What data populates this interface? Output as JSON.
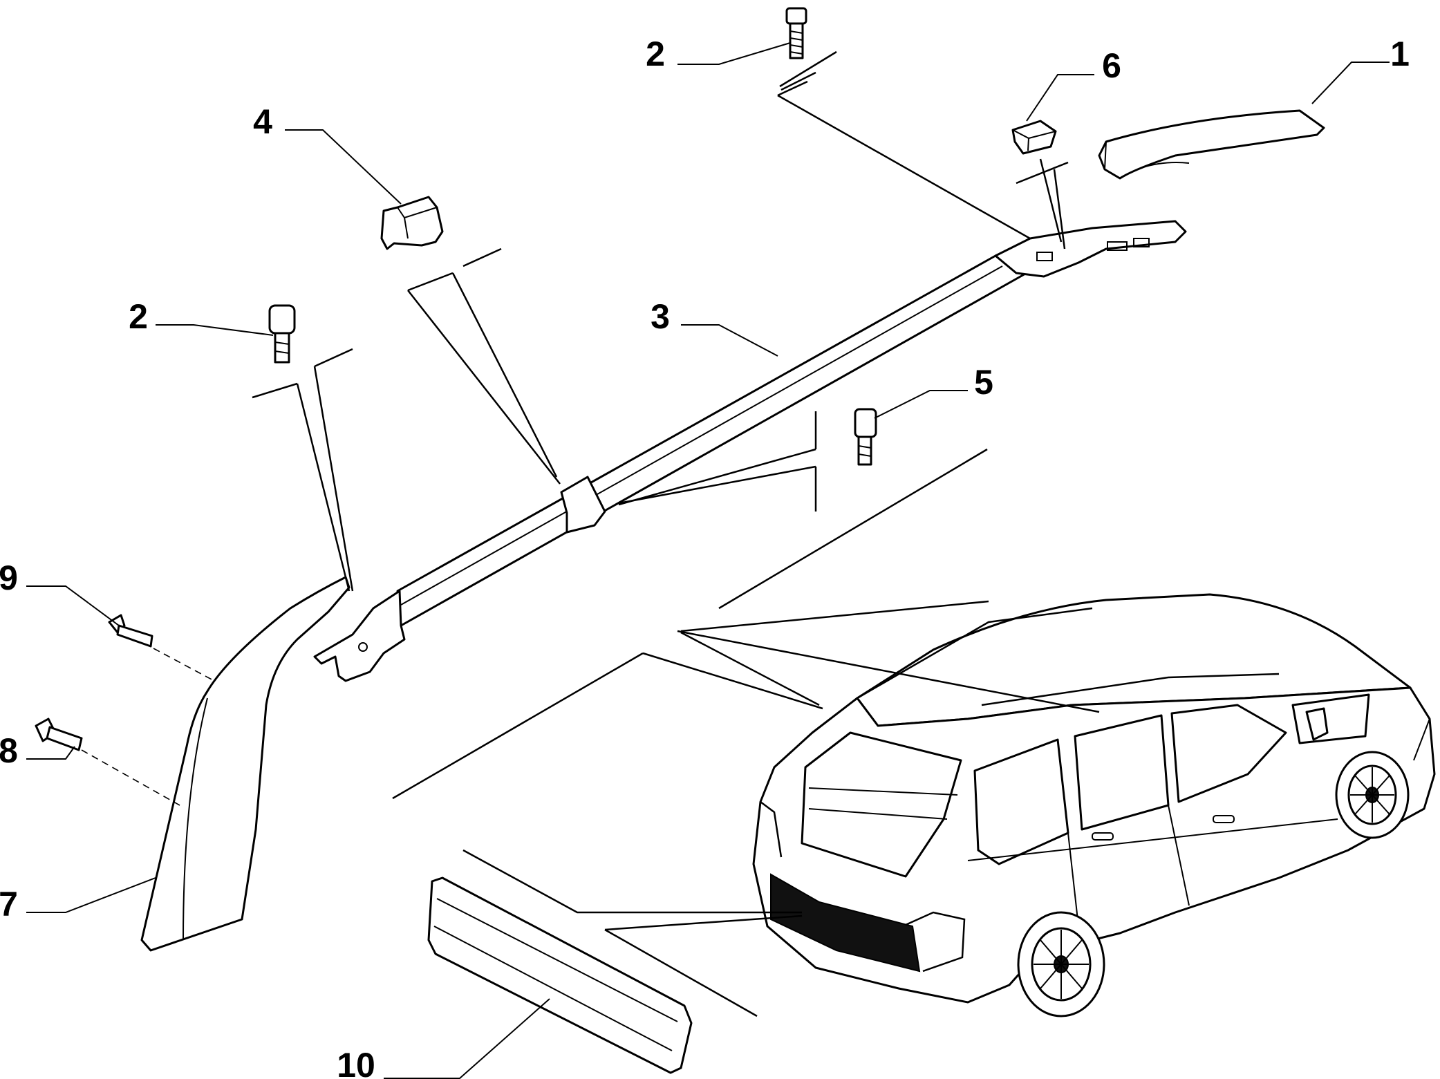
{
  "callouts": [
    {
      "id": "c1",
      "text": "1"
    },
    {
      "id": "c2a",
      "text": "2"
    },
    {
      "id": "c2b",
      "text": "2"
    },
    {
      "id": "c3",
      "text": "3"
    },
    {
      "id": "c4",
      "text": "4"
    },
    {
      "id": "c5",
      "text": "5"
    },
    {
      "id": "c6",
      "text": "6"
    },
    {
      "id": "c7",
      "text": "7"
    },
    {
      "id": "c8",
      "text": "8"
    },
    {
      "id": "c9",
      "text": "9"
    },
    {
      "id": "c10",
      "text": "10"
    }
  ]
}
